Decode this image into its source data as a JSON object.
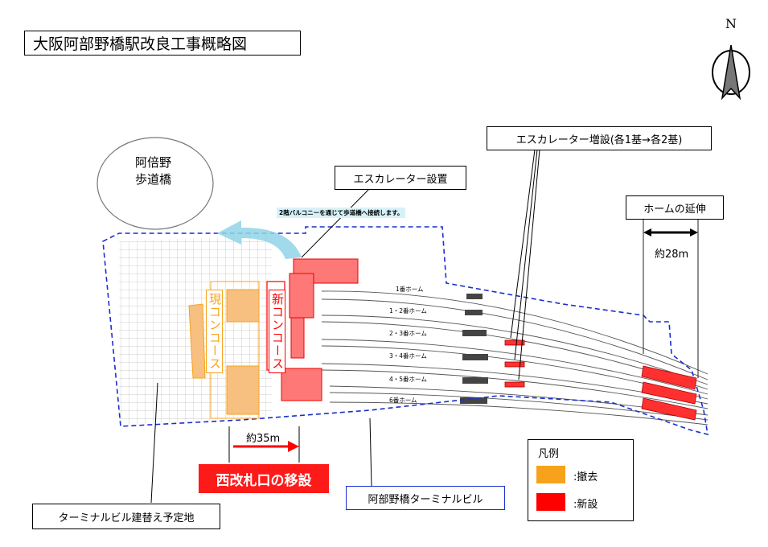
{
  "title": "大阪阿部野橋駅改良工事概略図",
  "north": "N",
  "bridge_label": [
    "阿倍野",
    "歩道橋"
  ],
  "callouts": {
    "escalator_install": "エスカレーター設置",
    "escalator_add": "エスカレーター増設(各1基→各2基)",
    "platform_extend": "ホームの延伸",
    "extend_length": "約28m",
    "balcony_note": "2階バルコニーを通じて歩道橋へ接続します。",
    "old_concourse": "現コンコース",
    "new_concourse": "新コンコース",
    "move_length": "約35m",
    "west_gate_move": "西改札口の移設",
    "terminal_building": "阿部野橋ターミナルビル",
    "rebuild_site": "ターミナルビル建替え予定地"
  },
  "platforms": [
    "1番ホーム",
    "1・2番ホーム",
    "2・3番ホーム",
    "3・4番ホーム",
    "4・5番ホーム",
    "6番ホーム"
  ],
  "legend": {
    "title": "凡例",
    "items": [
      {
        "color": "#f7a21b",
        "label": ":撤去"
      },
      {
        "color": "#ff0000",
        "label": ":新設"
      }
    ]
  },
  "colors": {
    "removal": "#f7a21b",
    "new": "#ff0000",
    "boundary": "#1a2fd0",
    "arrow": "#8fd3e8"
  }
}
